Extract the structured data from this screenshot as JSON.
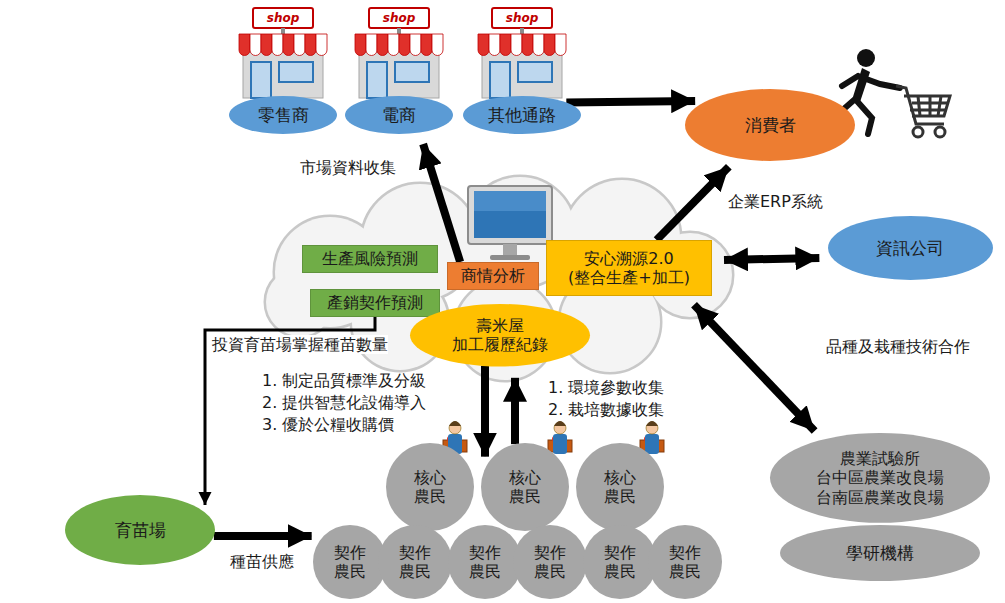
{
  "diagram": {
    "nodes": [
      {
        "text": [
          "零售商"
        ]
      },
      {
        "text": [
          "電商"
        ]
      },
      {
        "text": [
          "其他通路"
        ]
      },
      {
        "text": [
          "消費者"
        ]
      },
      {
        "text": [
          "生產風險預測"
        ]
      },
      {
        "text": [
          "商情分析"
        ]
      },
      {
        "text": [
          "安心溯源2.0 (整合生產+加工)"
        ]
      },
      {
        "text": [
          "產銷契作預測"
        ]
      },
      {
        "text": [
          "壽米屋 加工履歷紀錄"
        ]
      },
      {
        "text": [
          "資訊公司"
        ]
      },
      {
        "text": [
          "農業試驗所 台中區農業改良場 台南區農業改良場"
        ]
      },
      {
        "text": [
          "學研機構"
        ]
      },
      {
        "text": [
          "育苗場"
        ]
      },
      {
        "text": [
          "核心農民"
        ]
      },
      {
        "text": [
          "核心農民"
        ]
      },
      {
        "text": [
          "核心農民"
        ]
      },
      {
        "text": [
          "契作農民"
        ]
      },
      {
        "text": [
          "契作農民"
        ]
      },
      {
        "text": [
          "契作農民"
        ]
      },
      {
        "text": [
          "契作農民"
        ]
      },
      {
        "text": [
          "契作農民"
        ]
      },
      {
        "text": [
          "契作農民"
        ]
      }
    ],
    "edges": [
      {
        "from": 2,
        "to": 3,
        "arrow": "to"
      },
      {
        "from": 5,
        "to": 1,
        "label": "市場資料收集",
        "arrow": "to"
      },
      {
        "from": 6,
        "to": 3,
        "arrow": "to"
      },
      {
        "from": 6,
        "to": 9,
        "label": "企業ERP系統",
        "arrow": "both"
      },
      {
        "from": 6,
        "to": 10,
        "label": "品種及栽種技術合作",
        "arrow": "both"
      },
      {
        "from": 7,
        "to": 12,
        "label": "投資育苗場掌握種苗數量",
        "arrow": "to"
      },
      {
        "from": 12,
        "to": 16,
        "label": "種苗供應",
        "arrow": "to"
      },
      {
        "from": 8,
        "to": 14,
        "arrow": "to"
      },
      {
        "from": 14,
        "to": 8,
        "arrow": "to"
      }
    ],
    "labels": [
      "shop",
      "shop",
      "shop",
      "1. 制定品質標準及分級",
      "2. 提供智慧化設備導入",
      "3. 優於公糧收購價",
      "1. 環境參數收集",
      "2. 栽培數據收集"
    ]
  }
}
